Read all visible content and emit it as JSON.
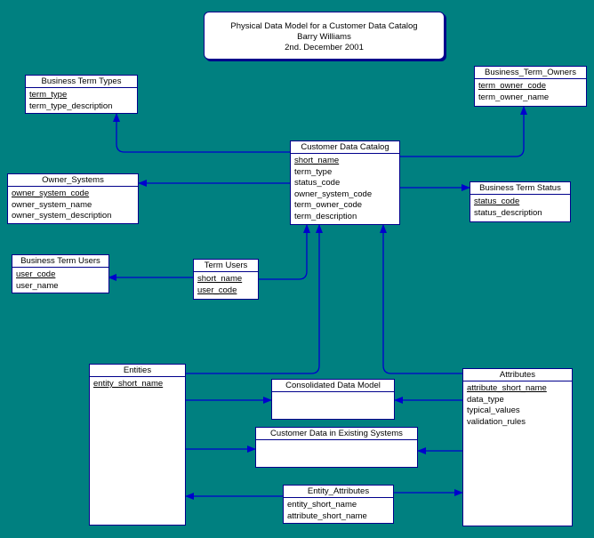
{
  "title": {
    "line1": "Physical Data Model for a Customer Data Catalog",
    "line2": "Barry Williams",
    "line3": "2nd. December 2001"
  },
  "entities": {
    "business_term_types": {
      "name": "Business Term Types",
      "attrs": [
        "term_type",
        "term_type_description"
      ]
    },
    "business_term_owners": {
      "name": "Business_Term_Owners",
      "attrs": [
        "term_owner_code",
        "term_owner_name"
      ]
    },
    "customer_data_catalog": {
      "name": "Customer Data Catalog",
      "attrs": [
        "short_name",
        "term_type",
        "status_code",
        "owner_system_code",
        "term_owner_code",
        "term_description"
      ]
    },
    "owner_systems": {
      "name": "Owner_Systems",
      "attrs": [
        "owner_system_code",
        "owner_system_name",
        "owner_system_description"
      ]
    },
    "business_term_status": {
      "name": "Business Term Status",
      "attrs": [
        "status_code",
        "status_description"
      ]
    },
    "business_term_users": {
      "name": "Business Term Users",
      "attrs": [
        "user_code",
        "user_name"
      ]
    },
    "term_users": {
      "name": "Term Users",
      "attrs": [
        "short_name",
        "user_code"
      ]
    },
    "entities": {
      "name": "Entities",
      "attrs": [
        "entity_short_name"
      ]
    },
    "consolidated_data_model": {
      "name": "Consolidated Data Model",
      "attrs": []
    },
    "customer_data_existing": {
      "name": "Customer Data in Existing Systems",
      "attrs": []
    },
    "attributes": {
      "name": "Attributes",
      "attrs": [
        "attribute_short_name",
        "data_type",
        "typical_values",
        "validation_rules"
      ]
    },
    "entity_attributes": {
      "name": "Entity_Attributes",
      "attrs": [
        "entity_short_name",
        "attribute_short_name"
      ]
    }
  }
}
